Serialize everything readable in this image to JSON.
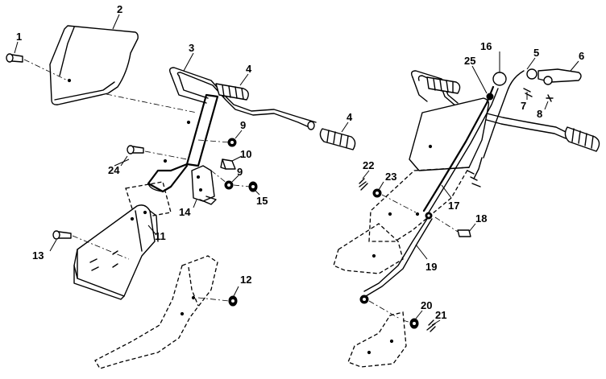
{
  "callouts": {
    "c1": "1",
    "c2": "2",
    "c3": "3",
    "c4a": "4",
    "c4b": "4",
    "c5": "5",
    "c6": "6",
    "c7": "7",
    "c8": "8",
    "c9a": "9",
    "c9b": "9",
    "c10": "10",
    "c11": "11",
    "c12": "12",
    "c13": "13",
    "c14": "14",
    "c15": "15",
    "c16": "16",
    "c17": "17",
    "c18": "18",
    "c19": "19",
    "c20": "20",
    "c21": "21",
    "c22": "22",
    "c23": "23",
    "c24": "24",
    "c25": "25"
  }
}
